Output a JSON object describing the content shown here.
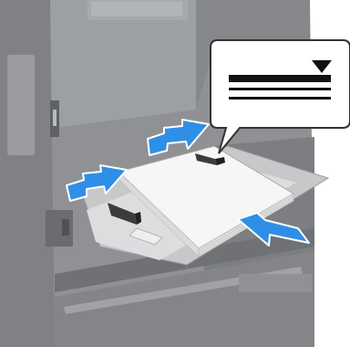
{
  "illustration": {
    "colors": {
      "body": "#8f9194",
      "body_light": "#b4b6b9",
      "body_dark": "#6e7073",
      "paper": "#f6f6f6",
      "paper_edge": "#c9c9c9",
      "arrow_fill": "#2f8fe6",
      "arrow_stroke": "#ffffff",
      "callout_bg": "#ffffff",
      "callout_border": "#333333",
      "callout_marks": "#111111"
    },
    "callout": {
      "shows": "paper-height-limit-mark",
      "icons": [
        "triangle-down-icon"
      ]
    },
    "arrows": [
      "arrow-double-rear",
      "arrow-double-front",
      "arrow-insert"
    ]
  }
}
